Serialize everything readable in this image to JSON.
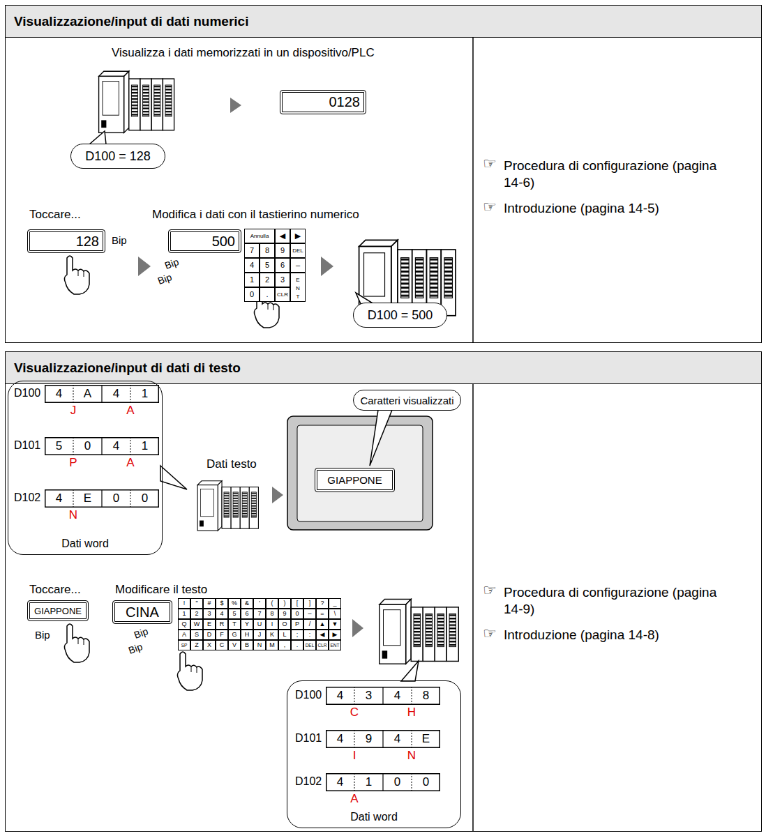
{
  "diagram": {
    "nodes": [
      {
        "text": [
          "Visualizzazione/input di dati numerici"
        ]
      },
      {
        "text": [
          "0128"
        ],
        "in": 0
      },
      {
        "text": [
          "D100 = 128"
        ],
        "in": 0
      },
      {
        "text": [
          "128"
        ],
        "in": 0
      },
      {
        "text": [
          "500"
        ],
        "in": 0
      },
      {
        "text": [
          "D100 = 500"
        ],
        "in": 0
      },
      {
        "text": [
          "Visualizzazione/input di dati di testo"
        ]
      },
      {
        "text": [
          "Dati word"
        ],
        "in": 6
      },
      {
        "text": [
          "Caratteri visualizzati"
        ],
        "in": 6
      },
      {
        "text": [
          "GIAPPONE"
        ],
        "in": 6
      },
      {
        "text": [
          "GIAPPONE"
        ],
        "in": 6
      },
      {
        "text": [
          "CINA"
        ],
        "in": 6
      },
      {
        "text": [
          "Dati word"
        ],
        "in": 6
      }
    ],
    "labels": [
      "Visualizza i dati memorizzati in un dispositivo/PLC",
      "Toccare...",
      "Modifica i dati con il tastierino numerico",
      "Bip",
      "Annulla",
      "◀",
      "▶",
      "7",
      "8",
      "9",
      "DEL",
      "4",
      "5",
      "6",
      "–",
      "1",
      "2",
      "3",
      "ENT",
      "0",
      ".",
      "CLR",
      "Bip",
      "Bip",
      "☞",
      "Procedura di configurazione (pagina 14-6)",
      "☞",
      "Introduzione (pagina 14-5)",
      "D100",
      "4",
      "A",
      "4",
      "1",
      "J",
      "A",
      "D101",
      "5",
      "0",
      "4",
      "1",
      "P",
      "A",
      "D102",
      "4",
      "E",
      "0",
      "0",
      "N",
      "Dati testo",
      "Toccare...",
      "Modificare il testo",
      "Bip",
      "!",
      "\"",
      "#",
      "$",
      "%",
      "&",
      "'",
      "(",
      ")",
      "[",
      "]",
      "?",
      "_",
      "1",
      "2",
      "3",
      "4",
      "5",
      "6",
      "7",
      "8",
      "9",
      "0",
      "–",
      "=",
      "\\",
      "Q",
      "W",
      "E",
      "R",
      "T",
      "Y",
      "U",
      "I",
      "O",
      "P",
      "/",
      "▲",
      "▼",
      "A",
      "S",
      "D",
      "F",
      "G",
      "H",
      "J",
      "K",
      "L",
      ";",
      ":",
      "◀",
      "▶",
      "SP",
      "Z",
      "X",
      "C",
      "V",
      "B",
      "N",
      "M",
      ",",
      ".",
      "DEL",
      "CLR",
      "ENT",
      "Bip",
      "Bip",
      "D100",
      "4",
      "3",
      "4",
      "8",
      "C",
      "H",
      "D101",
      "4",
      "9",
      "4",
      "E",
      "I",
      "N",
      "D102",
      "4",
      "1",
      "0",
      "0",
      "A",
      "☞",
      "Procedura di configurazione (pagina 14-9)",
      "☞",
      "Introduzione (pagina 14-8)"
    ]
  }
}
